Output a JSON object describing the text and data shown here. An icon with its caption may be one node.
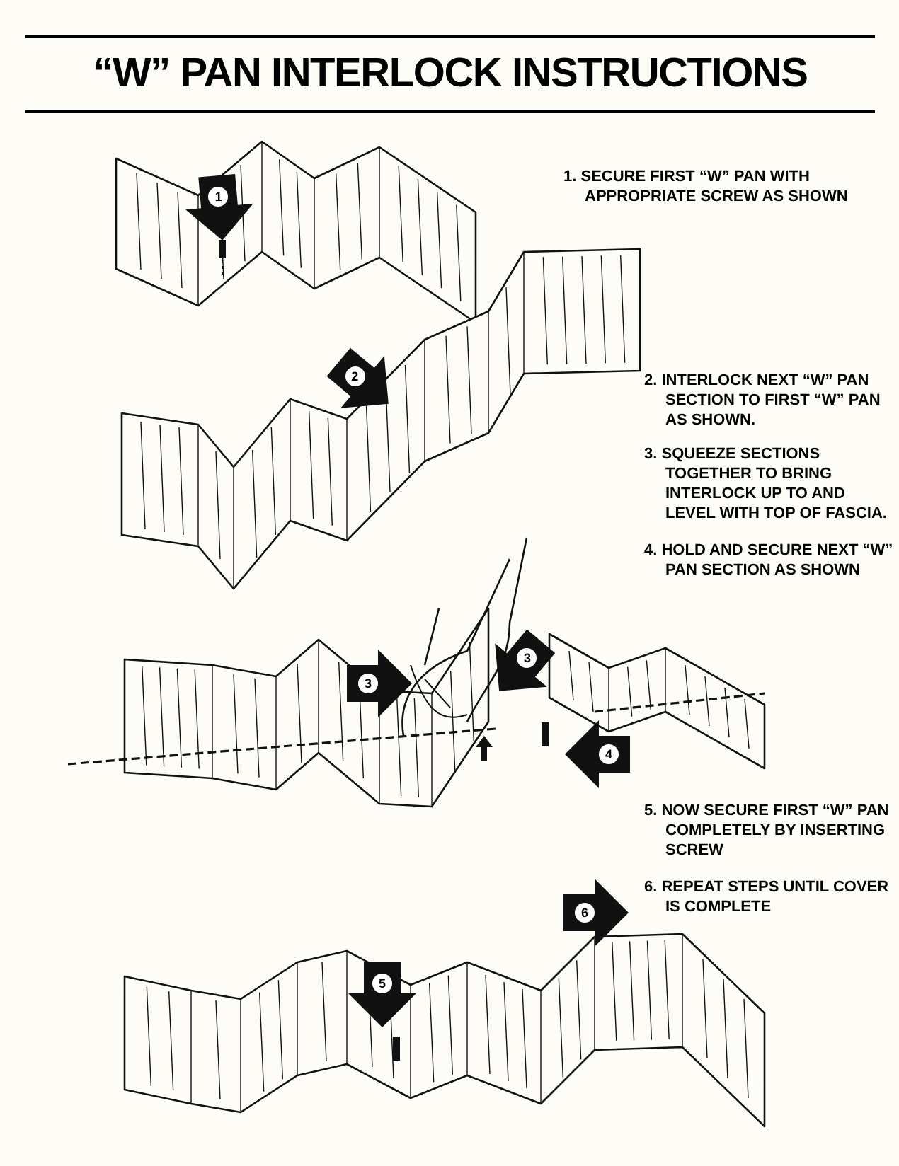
{
  "diagram": {
    "title": "“W” PAN INTERLOCK INSTRUCTIONS",
    "labels": [
      "1. SECURE FIRST “W” PAN WITH APPROPRIATE SCREW AS SHOWN",
      "1",
      "2",
      "2. INTERLOCK NEXT “W” PAN SECTION TO FIRST “W” PAN AS SHOWN.",
      "3. SQUEEZE SECTIONS TOGETHER TO BRING INTERLOCK UP TO AND LEVEL WITH TOP OF FASCIA.",
      "4. HOLD AND SECURE NEXT “W” PAN SECTION AS SHOWN",
      "3",
      "3",
      "4",
      "5. NOW SECURE FIRST “W” PAN COMPLETELY BY INSERTING SCREW",
      "6. REPEAT STEPS UNTIL COVER IS COMPLETE",
      "6",
      "5"
    ]
  }
}
